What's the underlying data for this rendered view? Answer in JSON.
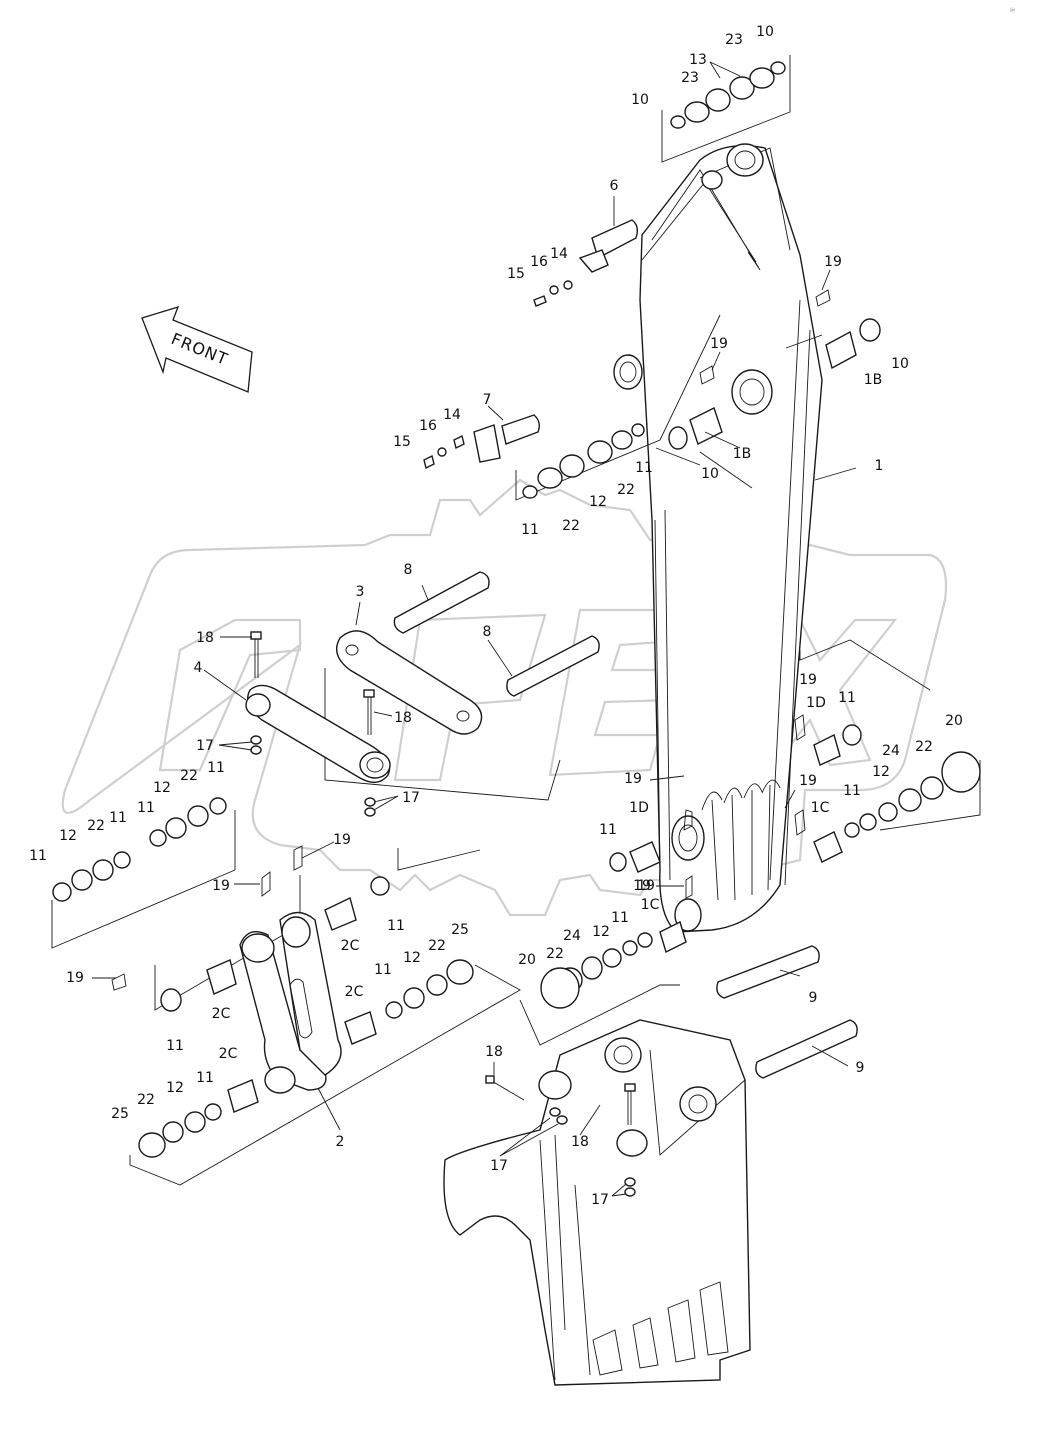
{
  "direction_label": "FRONT",
  "watermark_text": "OPEX",
  "corner_mark": "ⓟ",
  "callouts": [
    {
      "id": "c-10a",
      "text": "10"
    },
    {
      "id": "c-23a",
      "text": "23"
    },
    {
      "id": "c-13",
      "text": "13"
    },
    {
      "id": "c-23b",
      "text": "23"
    },
    {
      "id": "c-10b",
      "text": "10"
    },
    {
      "id": "c-6",
      "text": "6"
    },
    {
      "id": "c-14a",
      "text": "14"
    },
    {
      "id": "c-16a",
      "text": "16"
    },
    {
      "id": "c-15a",
      "text": "15"
    },
    {
      "id": "c-19a",
      "text": "19"
    },
    {
      "id": "c-10c",
      "text": "10"
    },
    {
      "id": "c-1Ba",
      "text": "1B"
    },
    {
      "id": "c-19b",
      "text": "19"
    },
    {
      "id": "c-7",
      "text": "7"
    },
    {
      "id": "c-14b",
      "text": "14"
    },
    {
      "id": "c-16b",
      "text": "16"
    },
    {
      "id": "c-15b",
      "text": "15"
    },
    {
      "id": "c-1Bb",
      "text": "1B"
    },
    {
      "id": "c-10d",
      "text": "10"
    },
    {
      "id": "c-1",
      "text": "1"
    },
    {
      "id": "c-11a",
      "text": "11"
    },
    {
      "id": "c-22a",
      "text": "22"
    },
    {
      "id": "c-12a",
      "text": "12"
    },
    {
      "id": "c-22b",
      "text": "22"
    },
    {
      "id": "c-11b",
      "text": "11"
    },
    {
      "id": "c-8a",
      "text": "8"
    },
    {
      "id": "c-3",
      "text": "3"
    },
    {
      "id": "c-8b",
      "text": "8"
    },
    {
      "id": "c-18a",
      "text": "18"
    },
    {
      "id": "c-4",
      "text": "4"
    },
    {
      "id": "c-18b",
      "text": "18"
    },
    {
      "id": "c-17a",
      "text": "17"
    },
    {
      "id": "c-17b",
      "text": "17"
    },
    {
      "id": "c-19c",
      "text": "19"
    },
    {
      "id": "c-1Da",
      "text": "1D"
    },
    {
      "id": "c-11c",
      "text": "11"
    },
    {
      "id": "c-20a",
      "text": "20"
    },
    {
      "id": "c-24a",
      "text": "24"
    },
    {
      "id": "c-22c",
      "text": "22"
    },
    {
      "id": "c-12b",
      "text": "12"
    },
    {
      "id": "c-11d",
      "text": "11"
    },
    {
      "id": "c-19d",
      "text": "19"
    },
    {
      "id": "c-19e",
      "text": "19"
    },
    {
      "id": "c-1C",
      "text": "1C"
    },
    {
      "id": "c-19f",
      "text": "19"
    },
    {
      "id": "c-1Db",
      "text": "1D"
    },
    {
      "id": "c-11e",
      "text": "11"
    },
    {
      "id": "c-19g",
      "text": "19"
    },
    {
      "id": "c-1Ca",
      "text": "1C"
    },
    {
      "id": "c-11f",
      "text": "11"
    },
    {
      "id": "c-12c",
      "text": "12"
    },
    {
      "id": "c-24b",
      "text": "24"
    },
    {
      "id": "c-22d",
      "text": "22"
    },
    {
      "id": "c-20b",
      "text": "20"
    },
    {
      "id": "c-11g",
      "text": "11"
    },
    {
      "id": "c-22e",
      "text": "22"
    },
    {
      "id": "c-12d",
      "text": "12"
    },
    {
      "id": "c-11h",
      "text": "11"
    },
    {
      "id": "c-11i",
      "text": "11"
    },
    {
      "id": "c-22f",
      "text": "22"
    },
    {
      "id": "c-12e",
      "text": "12"
    },
    {
      "id": "c-11j",
      "text": "11"
    },
    {
      "id": "c-19h",
      "text": "19"
    },
    {
      "id": "c-19i",
      "text": "19"
    },
    {
      "id": "c-11k",
      "text": "11"
    },
    {
      "id": "c-2Ca",
      "text": "2C"
    },
    {
      "id": "c-19j",
      "text": "19"
    },
    {
      "id": "c-11l",
      "text": "11"
    },
    {
      "id": "c-2Cb",
      "text": "2C"
    },
    {
      "id": "c-11m",
      "text": "11"
    },
    {
      "id": "c-12f",
      "text": "12"
    },
    {
      "id": "c-22g",
      "text": "22"
    },
    {
      "id": "c-25a",
      "text": "25"
    },
    {
      "id": "c-2Cc",
      "text": "2C"
    },
    {
      "id": "c-2Cd",
      "text": "2C"
    },
    {
      "id": "c-11n",
      "text": "11"
    },
    {
      "id": "c-12g",
      "text": "12"
    },
    {
      "id": "c-22h",
      "text": "22"
    },
    {
      "id": "c-25b",
      "text": "25"
    },
    {
      "id": "c-2",
      "text": "2"
    },
    {
      "id": "c-9a",
      "text": "9"
    },
    {
      "id": "c-9b",
      "text": "9"
    },
    {
      "id": "c-18c",
      "text": "18"
    },
    {
      "id": "c-18d",
      "text": "18"
    },
    {
      "id": "c-17c",
      "text": "17"
    },
    {
      "id": "c-17d",
      "text": "17"
    }
  ]
}
